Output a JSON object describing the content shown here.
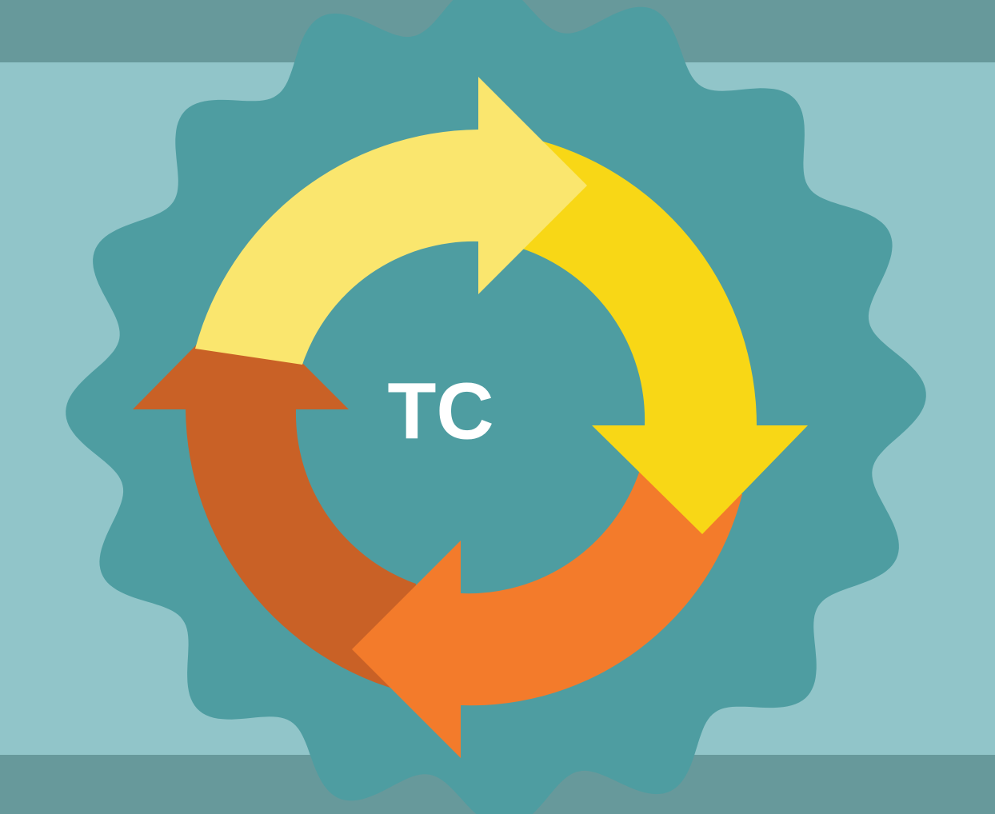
{
  "center_label": "TC",
  "colors": {
    "background": "#91c5c9",
    "bands": "#67999b",
    "badge": "#4e9da1",
    "arrow_top": "#fae66e",
    "arrow_right": "#f8d716",
    "arrow_bottom": "#f37b2b",
    "arrow_left": "#c96126",
    "label": "#ffffff"
  },
  "icons": [
    "scalloped-badge",
    "cycle-arrows"
  ]
}
